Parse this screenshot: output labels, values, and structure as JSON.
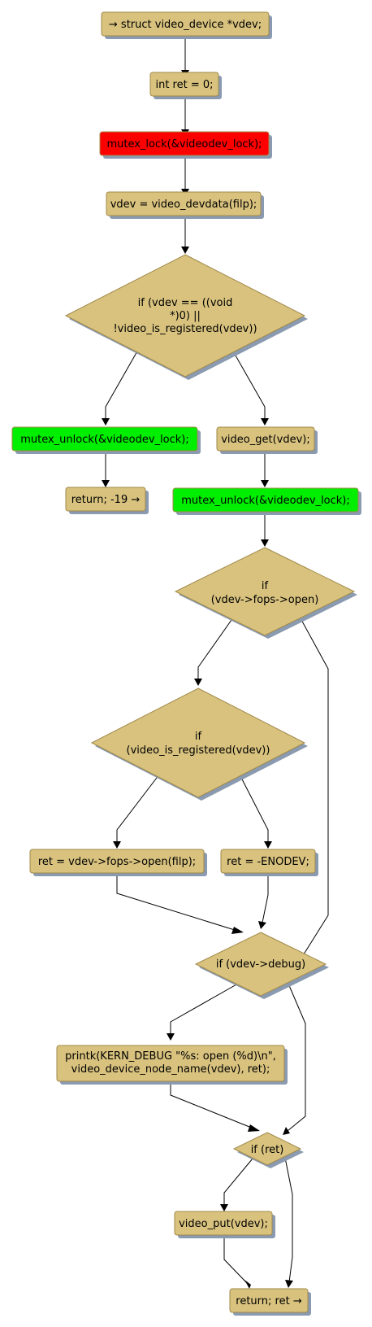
{
  "nodes": {
    "n_decl": "→ struct video_device *vdev;",
    "n_ret_init": "int ret = 0;",
    "n_lock": "mutex_lock(&videodev_lock);",
    "n_devdata": "vdev = video_devdata(filp);",
    "d_check": [
      "if (vdev == ((void",
      "*)0) ||",
      "!video_is_registered(vdev))"
    ],
    "n_unlock_left": "mutex_unlock(&videodev_lock);",
    "n_return_enodev": "return; -19 →",
    "n_get": "video_get(vdev);",
    "n_unlock_right": "mutex_unlock(&videodev_lock);",
    "d_open": [
      "if",
      "(vdev->fops->open)"
    ],
    "d_registered": [
      "if",
      "(video_is_registered(vdev))"
    ],
    "n_call_open": "ret = vdev->fops->open(filp);",
    "n_enodev": "ret = -ENODEV;",
    "d_debug": [
      "if (vdev->debug)"
    ],
    "n_printk": [
      "printk(KERN_DEBUG \"%s: open (%d)\\n\",",
      "video_device_node_name(vdev), ret);"
    ],
    "d_ret": [
      "if (ret)"
    ],
    "n_put": "video_put(vdev);",
    "n_return_ret": "return; ret →"
  },
  "colors": {
    "node_fill": "#D8C27E",
    "node_border": "#A1894A",
    "lock_fill": "#FF0000",
    "unlock_fill": "#00EE00",
    "shadow": "#8A9AB0",
    "edge": "#000000"
  }
}
